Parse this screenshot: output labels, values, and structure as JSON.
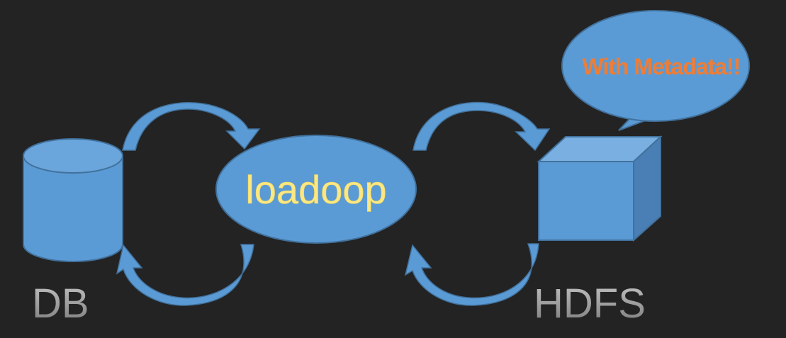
{
  "nodes": {
    "source": {
      "label": "DB",
      "shape": "cylinder"
    },
    "processor": {
      "label": "loadoop",
      "shape": "ellipse"
    },
    "target": {
      "label": "HDFS",
      "shape": "cube"
    }
  },
  "callout": {
    "text": "With Metadata!!"
  },
  "colors": {
    "background": "#232323",
    "shape_fill": "#5b9bd5",
    "shape_stroke": "#41719c",
    "label_gray": "#9a9a9a",
    "processor_text": "#fbe884",
    "callout_text": "#ef7d35"
  }
}
